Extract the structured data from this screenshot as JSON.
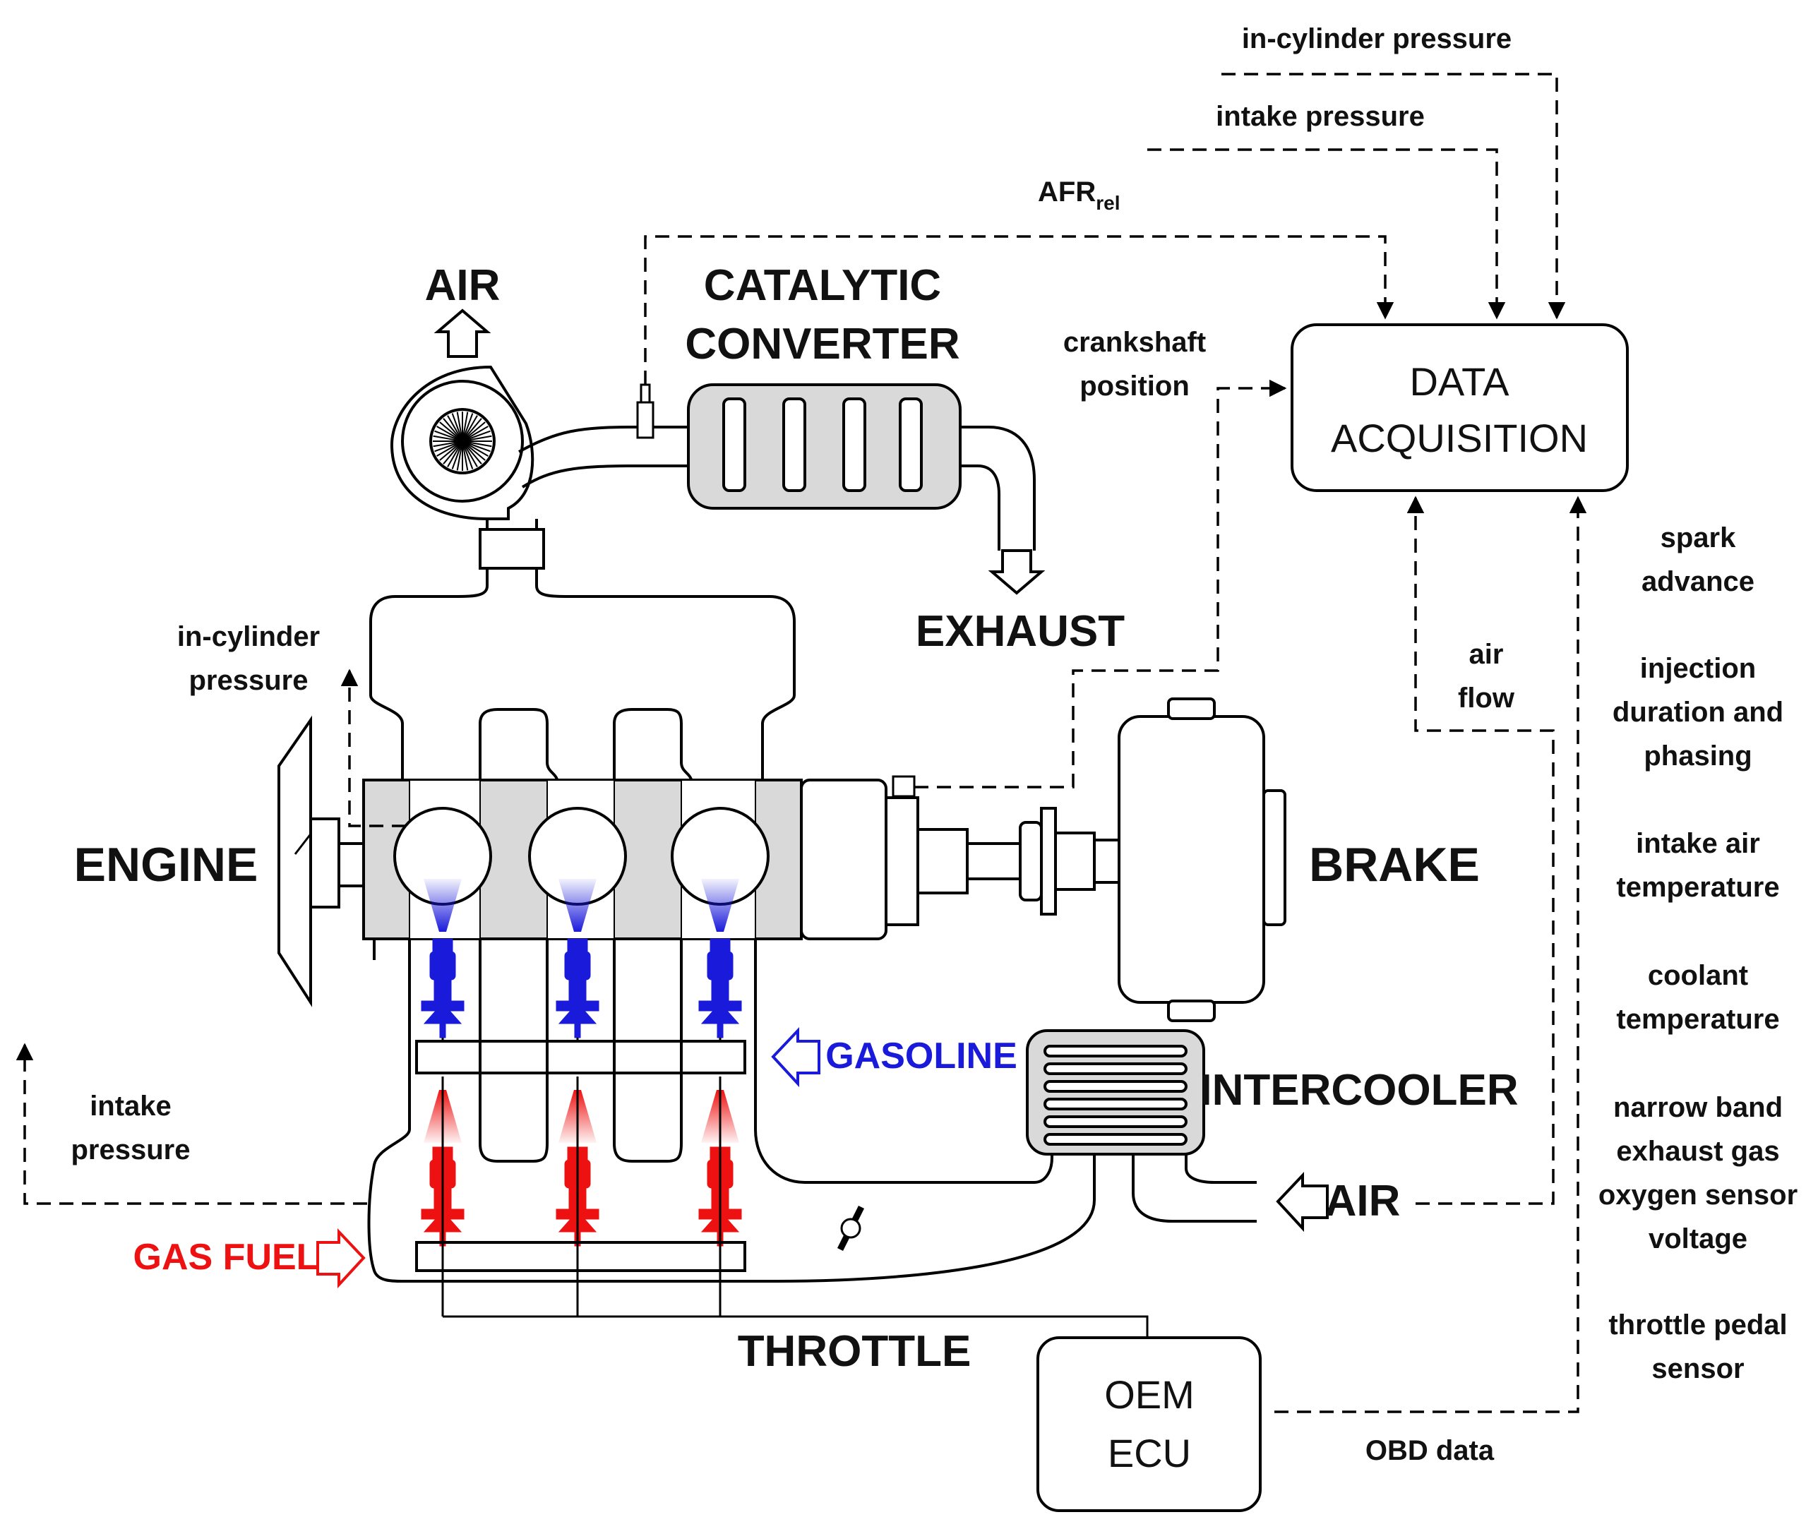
{
  "labels": {
    "air_top": "AIR",
    "catalytic_converter_line1": "CATALYTIC",
    "catalytic_converter_line2": "CONVERTER",
    "exhaust": "EXHAUST",
    "engine": "ENGINE",
    "brake": "BRAKE",
    "gasoline": "GASOLINE",
    "gas_fuel": "GAS FUEL",
    "intercooler": "INTERCOOLER",
    "air_intake": "AIR",
    "throttle": "THROTTLE"
  },
  "boxes": {
    "data_acquisition_line1": "DATA",
    "data_acquisition_line2": "ACQUISITION",
    "oem_ecu_line1": "OEM",
    "oem_ecu_line2": "ECU"
  },
  "signals": {
    "in_cylinder_pressure_top": "in-cylinder pressure",
    "intake_pressure_top": "intake pressure",
    "afr_main": "AFR",
    "afr_sub": "rel",
    "crankshaft_line1": "crankshaft",
    "crankshaft_line2": "position",
    "in_cylinder_line1": "in-cylinder",
    "in_cylinder_line2": "pressure",
    "intake_line1": "intake",
    "intake_line2": "pressure",
    "air_flow_line1": "air",
    "air_flow_line2": "flow",
    "obd_data": "OBD data"
  },
  "obd_signals": [
    [
      "spark",
      "advance"
    ],
    [
      "injection",
      "duration and",
      "phasing"
    ],
    [
      "intake air",
      "temperature"
    ],
    [
      "coolant",
      "temperature"
    ],
    [
      "narrow band",
      "exhaust gas",
      "oxygen sensor",
      "voltage"
    ],
    [
      "throttle pedal",
      "sensor"
    ]
  ],
  "colors": {
    "gasoline": "#1a1adb",
    "gas_fuel": "#ee1111",
    "block": "#d9d9d9",
    "line": "#000000"
  }
}
